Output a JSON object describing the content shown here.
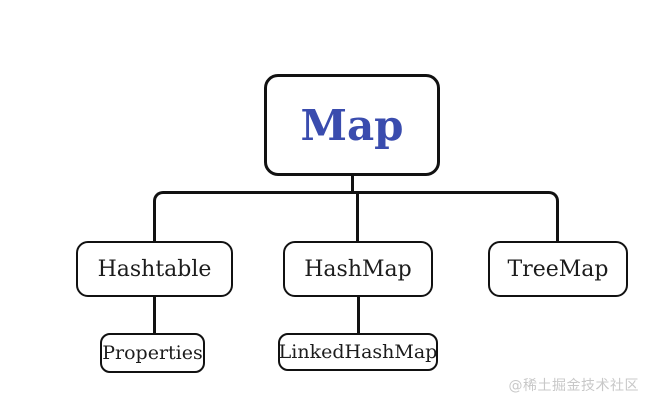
{
  "diagram": {
    "type": "hierarchy",
    "root": "Map",
    "nodes": {
      "map": {
        "label": "Map",
        "level": 0,
        "text_color": "#3a4cae"
      },
      "hashtable": {
        "label": "Hashtable",
        "level": 1,
        "text_color": "#1c1c1c"
      },
      "hashmap": {
        "label": "HashMap",
        "level": 1,
        "text_color": "#1c1c1c"
      },
      "treemap": {
        "label": "TreeMap",
        "level": 1,
        "text_color": "#1c1c1c"
      },
      "properties": {
        "label": "Properties",
        "level": 2,
        "text_color": "#1c1c1c"
      },
      "linkedhashmap": {
        "label": "LinkedHashMap",
        "level": 2,
        "text_color": "#1c1c1c"
      }
    },
    "edges": [
      {
        "from": "Map",
        "to": "Hashtable"
      },
      {
        "from": "Map",
        "to": "HashMap"
      },
      {
        "from": "Map",
        "to": "TreeMap"
      },
      {
        "from": "Hashtable",
        "to": "Properties"
      },
      {
        "from": "HashMap",
        "to": "LinkedHashMap"
      }
    ],
    "colors": {
      "background": "#ffffff",
      "box_fill": "#ffffff",
      "box_border": "#111111",
      "connector": "#111111",
      "root_text": "#3a4cae",
      "node_text": "#1c1c1c",
      "watermark": "#c8c8c8"
    }
  },
  "watermark": {
    "text": "@稀土掘金技术社区"
  }
}
